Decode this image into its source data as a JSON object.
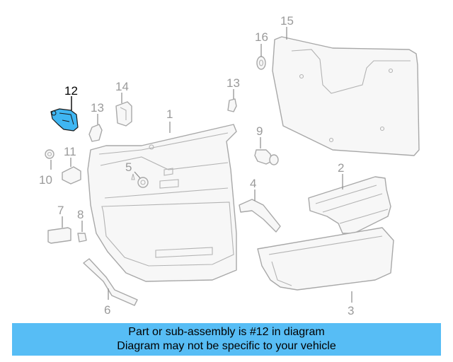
{
  "labels": {
    "l1": "1",
    "l2": "2",
    "l3": "3",
    "l4": "4",
    "l5": "5",
    "l6": "6",
    "l7": "7",
    "l8": "8",
    "l9": "9",
    "l10": "10",
    "l11": "11",
    "l12": "12",
    "l13a": "13",
    "l13b": "13",
    "l14": "14",
    "l15": "15",
    "l16": "16"
  },
  "highlight": {
    "part_number": "12",
    "color": "#3fb6f2"
  },
  "banner": {
    "line1": "Part or sub-assembly is #12 in diagram",
    "line2": "Diagram may not be specific to your vehicle",
    "background": "#57bdf5"
  }
}
